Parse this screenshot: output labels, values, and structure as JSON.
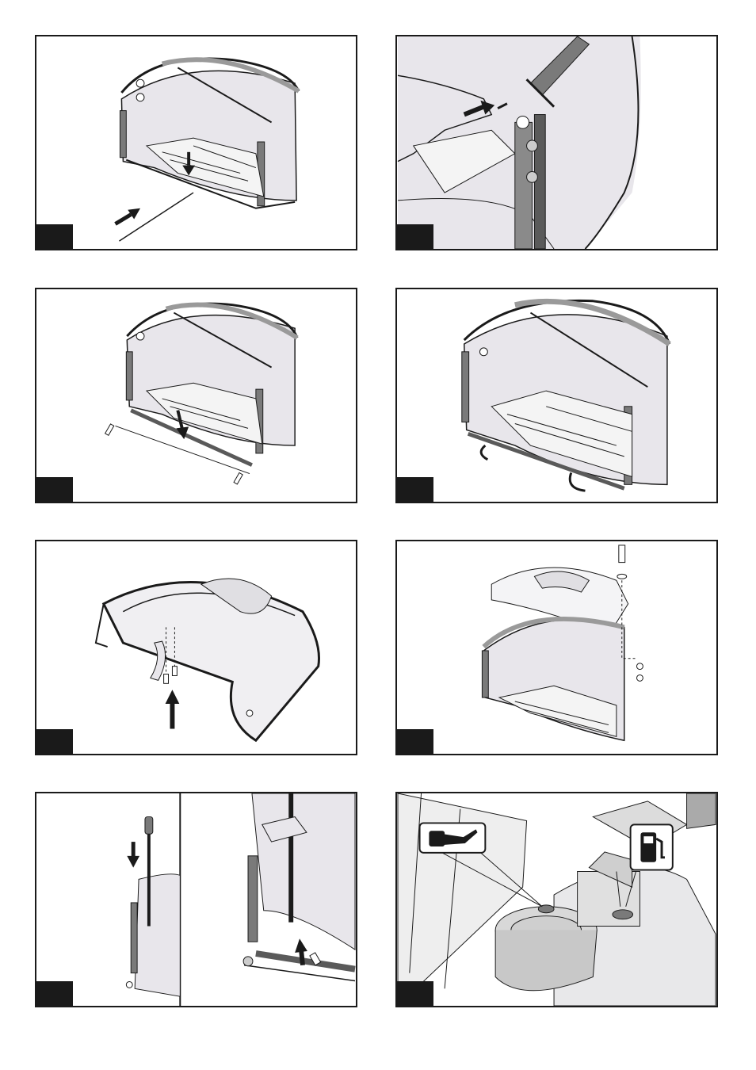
{
  "page": {
    "kind": "assembly-instructions"
  },
  "panels": [
    {
      "id": "p1",
      "step": "",
      "illustration": "grass-bag-frame-insert-rod"
    },
    {
      "id": "p2",
      "step": "",
      "illustration": "frame-pin-insert-closeup"
    },
    {
      "id": "p3",
      "step": "",
      "illustration": "grass-bag-bottom-rod-screws"
    },
    {
      "id": "p4",
      "step": "",
      "illustration": "grass-bag-clip-fabric"
    },
    {
      "id": "p5",
      "step": "",
      "illustration": "lid-bracket-screws"
    },
    {
      "id": "p6",
      "step": "",
      "illustration": "lid-attach-to-bag"
    },
    {
      "id": "p7",
      "step": "",
      "illustration": "handle-insert-closeup"
    },
    {
      "id": "p8",
      "step": "",
      "illustration": "oil-and-fuel-fill",
      "icons": [
        "oil-can-icon",
        "fuel-pump-icon"
      ]
    }
  ],
  "colors": {
    "ink": "#1a1a1a",
    "fabric": "#e8e6eb",
    "frame": "#9a9a9a",
    "sleeve": "#7a7a7a"
  }
}
